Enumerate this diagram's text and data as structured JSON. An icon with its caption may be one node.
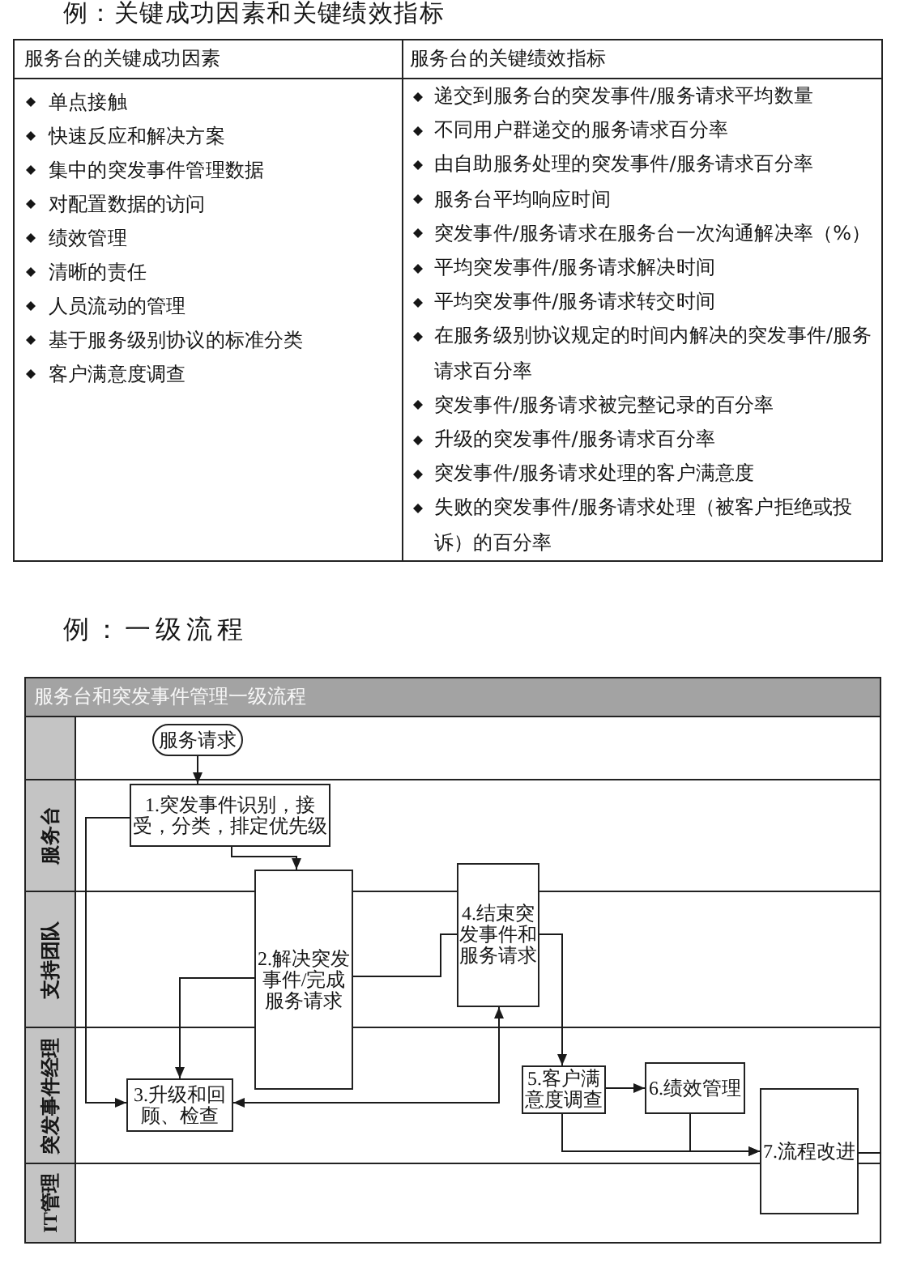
{
  "diagram": {
    "nodes": [
      {
        "text": [
          "服务台和突发事件管理一级流程"
        ]
      },
      {
        "text": [],
        "shape": "box",
        "in": 0
      },
      {
        "text": [
          "服务台"
        ],
        "in": 0
      },
      {
        "text": [
          "支持团队"
        ],
        "in": 0
      },
      {
        "text": [
          "突发事件经理"
        ],
        "in": 0
      },
      {
        "text": [
          "IT管理"
        ],
        "in": 0
      },
      {
        "text": [
          "服务请求"
        ],
        "in": 0
      },
      {
        "text": [
          "1.突发事件识别，接受，分类，排定优先级"
        ],
        "in": 0
      },
      {
        "text": [
          "2.解决突发事件/完成服务请求"
        ],
        "in": 0
      },
      {
        "text": [
          "3.升级和回顾、检查"
        ],
        "in": 0
      },
      {
        "text": [
          "4.结束突发事件和服务请求"
        ],
        "in": 0
      },
      {
        "text": [
          "5.客户满意度调查"
        ],
        "in": 0
      },
      {
        "text": [
          "6.绩效管理"
        ],
        "in": 0
      },
      {
        "text": [
          "7.流程改进"
        ],
        "in": 0
      }
    ],
    "edges": [
      {
        "from": 6,
        "to": 7,
        "arrow": "to"
      },
      {
        "from": 7,
        "to": 8,
        "arrow": "to"
      },
      {
        "from": 7,
        "to": 9,
        "arrow": "to"
      },
      {
        "from": 8,
        "to": 9,
        "arrow": "to"
      },
      {
        "from": 8,
        "to": 10,
        "arrow": "none"
      },
      {
        "from": 9,
        "to": 10,
        "arrow": "both"
      },
      {
        "from": 10,
        "to": 11,
        "arrow": "to"
      },
      {
        "from": 11,
        "to": 12,
        "arrow": "to"
      },
      {
        "from": 11,
        "to": 13,
        "arrow": "to"
      },
      {
        "from": 12,
        "to": 13,
        "arrow": "to"
      },
      {
        "from": 13,
        "to": 0,
        "arrow": "none"
      }
    ],
    "labels": [
      "例：关键成功因素和关键绩效指标",
      "服务台的关键成功因素",
      "服务台的关键绩效指标",
      "单点接触",
      "快速反应和解决方案",
      "集中的突发事件管理数据",
      "对配置数据的访问",
      "绩效管理",
      "清晰的责任",
      "人员流动的管理",
      "基于服务级别协议的标准分类",
      "客户满意度调查",
      "递交到服务台的突发事件/服务请求平均数量",
      "不同用户群递交的服务请求百分率",
      "由自助服务处理的突发事件/服务请求百分率",
      "服务台平均响应时间",
      "突发事件/服务请求在服务台一次沟通解决率（%）",
      "平均突发事件/服务请求解决时间",
      "平均突发事件/服务请求转交时间",
      "在服务级别协议规定的时间内解决的突发事件/服务请求百分率",
      "突发事件/服务请求被完整记录的百分率",
      "升级的突发事件/服务请求百分率",
      "突发事件/服务请求处理的客户满意度",
      "失败的突发事件/服务请求处理（被客户拒绝或投诉）的百分率",
      "例：一级流程"
    ]
  }
}
